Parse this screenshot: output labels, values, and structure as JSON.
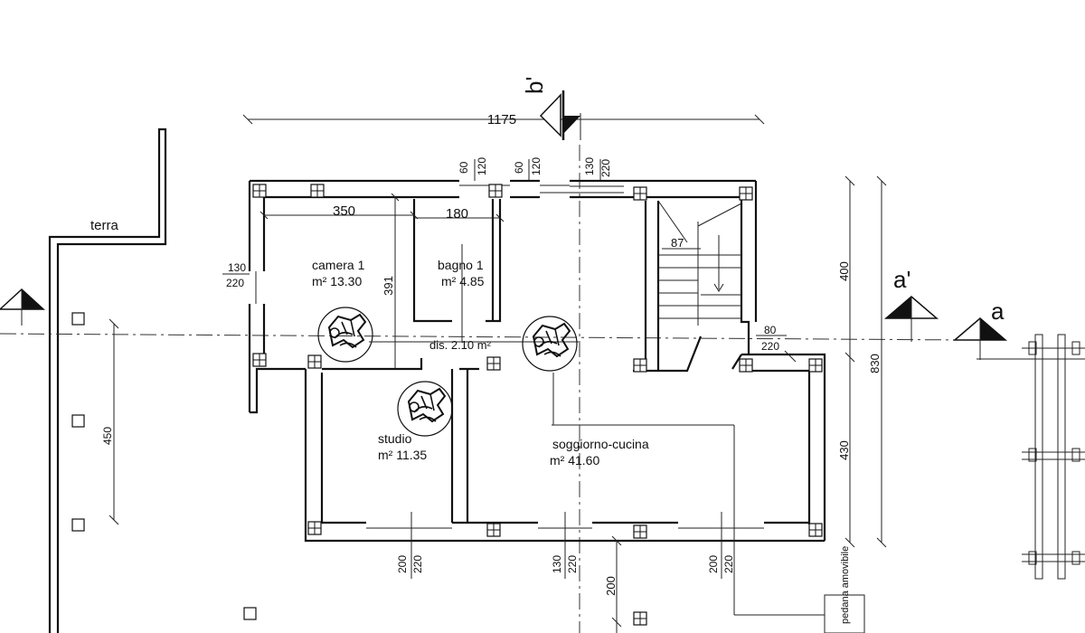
{
  "labels": {
    "terra": "terra",
    "dim_total_width": "1175",
    "dim_350": "350",
    "dim_180": "180",
    "dim_391": "391",
    "dim_87": "87",
    "dim_400": "400",
    "dim_430": "430",
    "dim_830": "830",
    "dim_450": "450",
    "dim_200_bottom": "200",
    "win_top_1a": "60",
    "win_top_1b": "120",
    "win_top_2a": "60",
    "win_top_2b": "120",
    "win_top_3a": "130",
    "win_top_3b": "220",
    "win_left_a": "130",
    "win_left_b": "220",
    "win_right_a": "80",
    "win_right_b": "220",
    "win_bot_1a": "200",
    "win_bot_1b": "220",
    "win_bot_2a": "130",
    "win_bot_2b": "220",
    "win_bot_3a": "200",
    "win_bot_3b": "220",
    "pedana": "pedana amovibile"
  },
  "rooms": {
    "camera": {
      "name": "camera 1",
      "area": "m² 13.30"
    },
    "bagno": {
      "name": "bagno 1",
      "area": "m² 4.85"
    },
    "dis": {
      "label": "dis. 2.10 m²"
    },
    "studio": {
      "name": "studio",
      "area": "m² 11.35"
    },
    "soggiorno": {
      "name": "soggiorno-cucina",
      "area": "m²  41.60"
    }
  },
  "sections": {
    "b_prime": "b'",
    "a_prime": "a'",
    "a": "a"
  },
  "icons": {
    "wheelchair": "wheelchair-turning-circle-icon",
    "pillar": "pillar-square-icon",
    "section_marker": "section-marker-triangle-icon"
  }
}
